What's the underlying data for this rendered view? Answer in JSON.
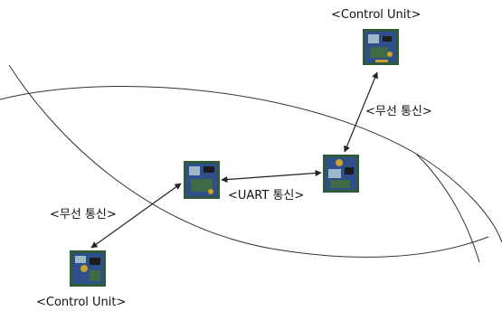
{
  "labels": {
    "control_unit_top": "<Control Unit>",
    "wireless_right": "<무선 통신>",
    "uart": "<UART 통신>",
    "wireless_left": "<무선 통신>",
    "control_unit_bottom": "<Control Unit>"
  },
  "modules": [
    {
      "id": "module-top-right"
    },
    {
      "id": "module-center-right"
    },
    {
      "id": "module-center-left"
    },
    {
      "id": "module-bottom-left"
    }
  ],
  "colors": {
    "pcb_green": "#2f5a3a",
    "pcb_blue": "#2e4f8c",
    "pcb_light": "#9fb7c6",
    "pcb_yellow": "#c9a22a",
    "line": "#222222"
  }
}
